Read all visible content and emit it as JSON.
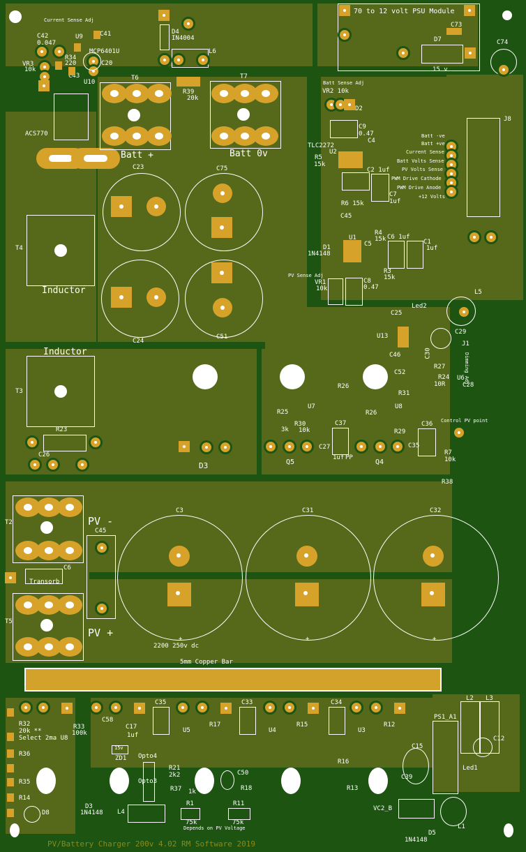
{
  "board": {
    "title": "PV/Battery Charger 200v 4.02 RM Software 2019",
    "copper_bar": "5mm Copper Bar",
    "colors": {
      "board": "#56691a",
      "copper": "#d6a22a",
      "trace": "#1d5412",
      "silk": "#ffffff"
    }
  },
  "labels": {
    "current_sense_adj": "Current Sense Adj",
    "c42": "C42",
    "c42v": "0.047",
    "u9": "U9",
    "c41": "C41",
    "mcp": "MCP6401U",
    "r34": "R34",
    "r34v": "220",
    "c20": "C20",
    "vr3": "VR3",
    "vr3v": "10k",
    "c43": "C43",
    "u10": "U10",
    "acs": "ACS770",
    "d4": "D4",
    "d4v": "IN4004",
    "l6": "L6",
    "r39": "R39",
    "r39v": "20k",
    "t6": "T6",
    "t7": "T7",
    "batt_plus": "Batt +",
    "batt_0v": "Batt 0v",
    "psu": "70 to 12 volt PSU Module",
    "c73": "C73",
    "d7": "D7",
    "v15": "15 v",
    "c74": "C74",
    "batt_sense_adj": "Batt Sense Adj",
    "vr2": "VR2 10k",
    "d2": "D2",
    "c9": "C9",
    "c9v": "0.47",
    "c4": "C4",
    "tlc": "TLC2272",
    "u2": "U2",
    "r5": "R5",
    "r5v": "15k",
    "c2": "C2 1uf",
    "c7": "C7",
    "c7v": "1uf",
    "r6": "R6 15k",
    "c45": "C45",
    "u1": "U1",
    "d1": "D1",
    "d1v": "1N4148",
    "c5": "C5",
    "r4": "R4",
    "r4v": "15k",
    "c6": "C6 1uf",
    "c1": "C1",
    "c1v": "1uf",
    "r3": "R3",
    "r3v": "15k",
    "pv_sense_adj": "PV Sense Adj",
    "vr1": "VR1",
    "vr1v": "10k",
    "c8": "C8",
    "c8v": "0.47",
    "j8": "J8",
    "conn": [
      "Batt -ve",
      "Batt +ve",
      "Current Sense",
      "Batt Volts Sense",
      "PV Volts Sense",
      "PWM Drive Cathode",
      "PWM Drive Anode",
      "+12 Volts"
    ],
    "c23": "C23",
    "c75": "C75",
    "c24": "C24",
    "c51": "C51",
    "t4": "T4",
    "inductor1": "Inductor",
    "inductor2": "Inductor",
    "t3": "T3",
    "r23": "R23",
    "c26": "C26",
    "d3": "D3",
    "l5": "L5",
    "c25": "C25",
    "led2": "Led2",
    "u13": "U13",
    "c29": "C29",
    "c30": "C30",
    "c46": "C46",
    "j1": "J1",
    "dimming": "Dimming Adj",
    "r27": "R27",
    "r24": "R24",
    "r24v": "10R",
    "c52": "C52",
    "u6": "U6",
    "c28": "C28",
    "r31": "R31",
    "r26a": "R26",
    "r26b": "R26",
    "r25": "R25",
    "r25v": "3k",
    "u7": "U7",
    "u8": "U8",
    "r30": "R30",
    "r30v": "10k",
    "r29": "R29",
    "c37": "C37",
    "c27": "C27",
    "c27v": "1uf",
    "pp": "PP",
    "c36": "C36",
    "c35b": "C35",
    "q5": "Q5",
    "q4": "Q4",
    "control_pv": "Control PV point",
    "r7": "R7",
    "r7v": "10k",
    "r38": "R38",
    "t2": "T2",
    "pv_minus": "PV -",
    "pv_plus": "PV +",
    "c45b": "C45",
    "c6b": "C6",
    "transorb": "Transorb",
    "t5": "T5",
    "c3": "C3",
    "c31": "C31",
    "c32": "C32",
    "cap_rating": "2200 250v dc",
    "plus": "+",
    "r32": "R32",
    "r32v": "20k **",
    "select": "Select 2ma U8",
    "r36": "R36",
    "r35": "R35",
    "r14": "R14",
    "d8": "D8",
    "r33": "R33",
    "r33v": "100k",
    "c58": "C58",
    "c17": "C17",
    "c17v": "1uf",
    "zd1": "ZD1",
    "zd1v": "15v",
    "opto4": "Opto4",
    "opto3": "Opto3",
    "d3b": "D3",
    "d3bv": "1N4148",
    "l4": "L4",
    "r21": "R21",
    "r21v": "2k2",
    "r37": "R37",
    "r37v": "1k",
    "r1": "R1",
    "r1v": "75k",
    "r11": "R11",
    "r11v": "75k",
    "depends": "Depends on PV Voltage",
    "c50": "C50",
    "r18": "R18",
    "c35": "C35",
    "c33": "C33",
    "c34": "C34",
    "u5": "U5",
    "u4": "U4",
    "u3": "U3",
    "r17": "R17",
    "r15": "R15",
    "r12": "R12",
    "r16": "R16",
    "r13": "R13",
    "c15": "C15",
    "c39": "C39",
    "ps1": "PS1_A1",
    "l2": "L2",
    "l3": "L3",
    "c12": "C12",
    "led1": "Led1",
    "vc2": "VC2_B",
    "l1": "L1",
    "d5": "D5",
    "d5v": "1N4148"
  }
}
